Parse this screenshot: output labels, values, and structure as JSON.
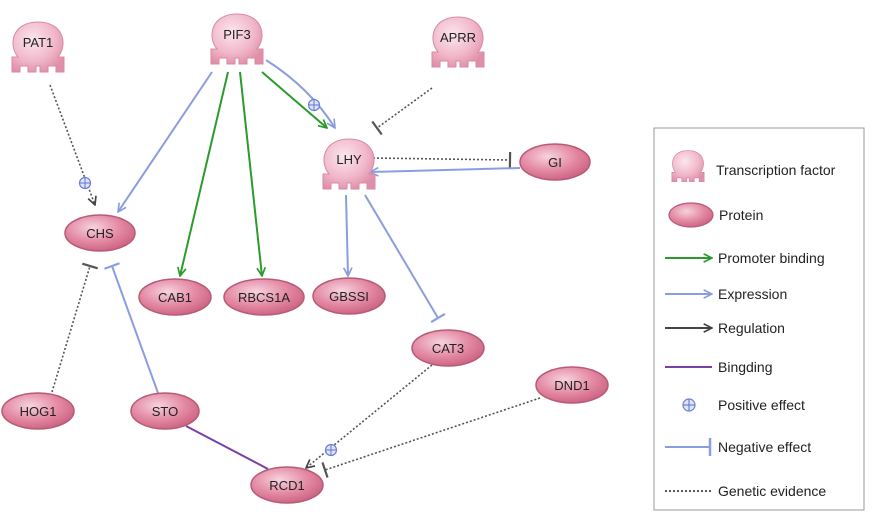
{
  "colors": {
    "node_fill": "#e07f9c",
    "node_fill_light": "#f4c9d6",
    "node_stroke": "#b85a77",
    "promoter_binding": "#2c9a2c",
    "expression": "#8a9de0",
    "regulation": "#444444",
    "binding": "#7a3fa8",
    "positive": "#6b7fd6",
    "negative": "#8a9de0",
    "genetic": "#555555",
    "legend_border": "#999999"
  },
  "nodes": {
    "pat1": {
      "label": "PAT1",
      "kind": "transcription-factor"
    },
    "pif3": {
      "label": "PIF3",
      "kind": "transcription-factor"
    },
    "aprr": {
      "label": "APRR",
      "kind": "transcription-factor"
    },
    "lhy": {
      "label": "LHY",
      "kind": "transcription-factor"
    },
    "gi": {
      "label": "GI",
      "kind": "protein"
    },
    "chs": {
      "label": "CHS",
      "kind": "protein"
    },
    "cab1": {
      "label": "CAB1",
      "kind": "protein"
    },
    "rbcs1a": {
      "label": "RBCS1A",
      "kind": "protein"
    },
    "gbssi": {
      "label": "GBSSI",
      "kind": "protein"
    },
    "cat3": {
      "label": "CAT3",
      "kind": "protein"
    },
    "dnd1": {
      "label": "DND1",
      "kind": "protein"
    },
    "hog1": {
      "label": "HOG1",
      "kind": "protein"
    },
    "sto": {
      "label": "STO",
      "kind": "protein"
    },
    "rcd1": {
      "label": "RCD1",
      "kind": "protein"
    }
  },
  "edges": [
    {
      "from": "pat1",
      "to": "chs",
      "type": "genetic",
      "end": "regulation",
      "mid": "positive"
    },
    {
      "from": "pif3",
      "to": "chs",
      "type": "expression",
      "end": "arrow"
    },
    {
      "from": "pif3",
      "to": "cab1",
      "type": "promoter_binding",
      "end": "arrow"
    },
    {
      "from": "pif3",
      "to": "rbcs1a",
      "type": "promoter_binding",
      "end": "arrow"
    },
    {
      "from": "pif3",
      "to": "lhy",
      "type": "promoter_binding",
      "end": "arrow"
    },
    {
      "from": "pif3",
      "to": "lhy",
      "type": "expression",
      "end": "arrow",
      "mid": "positive"
    },
    {
      "from": "aprr",
      "to": "lhy",
      "type": "genetic",
      "end": "tbar"
    },
    {
      "from": "lhy",
      "to": "gi",
      "type": "genetic",
      "end": "tbar"
    },
    {
      "from": "gi",
      "to": "lhy",
      "type": "expression",
      "end": "arrow"
    },
    {
      "from": "lhy",
      "to": "gbssi",
      "type": "expression",
      "end": "arrow"
    },
    {
      "from": "lhy",
      "to": "cat3",
      "type": "expression",
      "end": "tbar"
    },
    {
      "from": "hog1",
      "to": "chs",
      "type": "genetic",
      "end": "tbar"
    },
    {
      "from": "sto",
      "to": "chs",
      "type": "expression",
      "end": "tbar"
    },
    {
      "from": "sto",
      "to": "rcd1",
      "type": "binding",
      "end": "none"
    },
    {
      "from": "cat3",
      "to": "rcd1",
      "type": "genetic",
      "end": "regulation",
      "mid": "positive"
    },
    {
      "from": "dnd1",
      "to": "rcd1",
      "type": "genetic",
      "end": "tbar"
    }
  ],
  "legend": {
    "items": [
      {
        "key": "transcription_factor",
        "label": "Transcription factor",
        "icon": "transcription-factor-icon"
      },
      {
        "key": "protein",
        "label": "Protein",
        "icon": "protein-icon"
      },
      {
        "key": "promoter_binding",
        "label": "Promoter binding",
        "icon": "green-arrow-icon"
      },
      {
        "key": "expression",
        "label": "Expression",
        "icon": "blue-arrow-icon"
      },
      {
        "key": "regulation",
        "label": "Regulation",
        "icon": "black-arrow-icon"
      },
      {
        "key": "binding",
        "label": "Bingding",
        "icon": "purple-line-icon"
      },
      {
        "key": "positive",
        "label": "Positive effect",
        "icon": "circle-plus-icon"
      },
      {
        "key": "negative",
        "label": "Negative effect",
        "icon": "tbar-icon"
      },
      {
        "key": "genetic",
        "label": "Genetic evidence",
        "icon": "dotted-line-icon"
      }
    ]
  }
}
